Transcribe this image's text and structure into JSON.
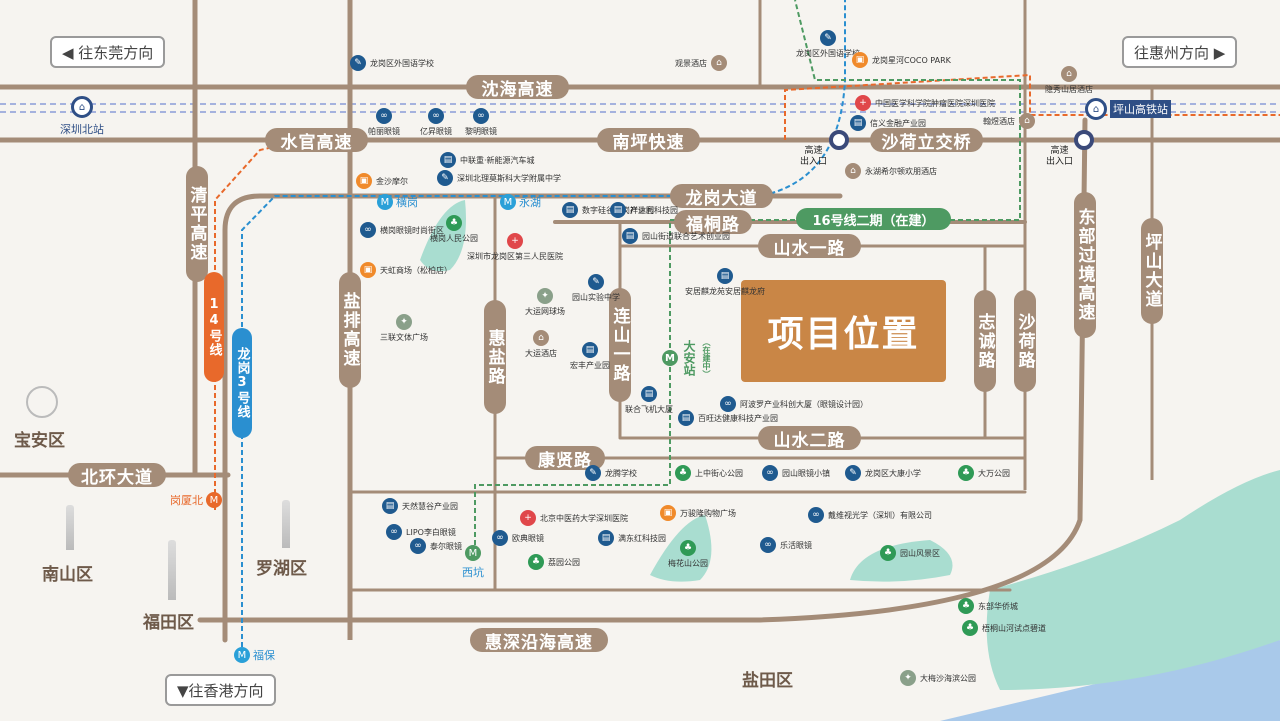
{
  "directions": {
    "dongguan": "◀ 往东莞方向",
    "huizhou": "往惠州方向 ▶",
    "hongkong": "▼往香港方向"
  },
  "expressways": {
    "shenhai": "沈海高速",
    "shuiguan": "水官高速",
    "nanping": "南坪快速",
    "shaheli": "沙荷立交桥",
    "longgang": "龙岗大道",
    "futong": "福桐路",
    "shanshui1": "山水一路",
    "shanshui2": "山水二路",
    "kangxian": "康贤路",
    "beihuan": "北环大道",
    "huishen": "惠深沿海高速",
    "qingping": "清平高速",
    "yanpai": "盐排高速",
    "huiyan": "惠盐路",
    "lianshan": "连山一路",
    "zhicheng": "志诚路",
    "shahe": "沙荷路",
    "dongbu": "东部过境高速",
    "pingshan": "坪山大道"
  },
  "metro_lines": {
    "line14": "14号线",
    "line3": "龙岗3号线",
    "line16": "16号线二期（在建）"
  },
  "stations": {
    "shenzhen_north": "深圳北站",
    "pingshan_hsr": "坪山高铁站",
    "henggang": "横岗",
    "yonghu": "永湖",
    "daan": "大安站",
    "daan_sub": "（在建中）",
    "gangxiabei": "岗厦北",
    "xikeng": "西坑",
    "fubao": "福保"
  },
  "exits": {
    "exit_left": "高速\n出入口",
    "exit_right": "高速\n出入口"
  },
  "districts": {
    "baoan": "宝安区",
    "nanshan": "南山区",
    "futian": "福田区",
    "luohu": "罗湖区",
    "yantian": "盐田区"
  },
  "project": "项目位置",
  "pois": [
    {
      "label": "龙岗区外国语学校",
      "type": "school"
    },
    {
      "label": "龙岗区外国语学校",
      "type": "school"
    },
    {
      "label": "观景酒店",
      "type": "hotel"
    },
    {
      "label": "龙岗星河COCO PARK",
      "type": "mall"
    },
    {
      "label": "隐秀山居酒店",
      "type": "hotel"
    },
    {
      "label": "中国医学科学院肿瘤医院深圳医院",
      "type": "hospital"
    },
    {
      "label": "信义金融产业园",
      "type": "office"
    },
    {
      "label": "翰煜酒店",
      "type": "hotel"
    },
    {
      "label": "帕丽眼镜",
      "type": "glasses"
    },
    {
      "label": "亿昇眼镜",
      "type": "glasses"
    },
    {
      "label": "黎明眼镜",
      "type": "glasses"
    },
    {
      "label": "中联重·新能源汽车城",
      "type": "office"
    },
    {
      "label": "深圳北理莫斯科大学附属中学",
      "type": "school"
    },
    {
      "label": "金沙摩尔",
      "type": "mall"
    },
    {
      "label": "永湖希尔顿欢朋酒店",
      "type": "hotel"
    },
    {
      "label": "横岗眼镜时尚街区",
      "type": "glasses"
    },
    {
      "label": "横岗人民公园",
      "type": "park"
    },
    {
      "label": "深圳市龙岗区第三人民医院",
      "type": "hospital"
    },
    {
      "label": "天虹商场（松柏店）",
      "type": "mall"
    },
    {
      "label": "数字硅谷横岗产业园",
      "type": "office"
    },
    {
      "label": "祥达利科技园",
      "type": "office"
    },
    {
      "label": "园山街道联合艺术创业园",
      "type": "office"
    },
    {
      "label": "园山实验中学",
      "type": "school"
    },
    {
      "label": "大运网球场",
      "type": "sports"
    },
    {
      "label": "三联文体广场",
      "type": "sports"
    },
    {
      "label": "大运酒店",
      "type": "hotel"
    },
    {
      "label": "宏丰产业园",
      "type": "office"
    },
    {
      "label": "安居麒龙苑安居麒龙府",
      "type": "office"
    },
    {
      "label": "联合飞机大厦",
      "type": "office"
    },
    {
      "label": "阿波罗产业科创大厦（眼镜设计园）",
      "type": "glasses"
    },
    {
      "label": "百旺达健康科技产业园",
      "type": "office"
    },
    {
      "label": "龙腾学校",
      "type": "school"
    },
    {
      "label": "上中街心公园",
      "type": "park"
    },
    {
      "label": "园山眼镜小镇",
      "type": "glasses"
    },
    {
      "label": "龙岗区大康小学",
      "type": "school"
    },
    {
      "label": "大万公园",
      "type": "park"
    },
    {
      "label": "天然慧谷产业园",
      "type": "office"
    },
    {
      "label": "北京中医药大学深圳医院",
      "type": "hospital"
    },
    {
      "label": "万骏隆购物广场",
      "type": "mall"
    },
    {
      "label": "戴维视光学（深圳）有限公司",
      "type": "glasses"
    },
    {
      "label": "LIPO李白眼镜",
      "type": "glasses"
    },
    {
      "label": "泰尔眼镜",
      "type": "glasses"
    },
    {
      "label": "欧典眼镜",
      "type": "glasses"
    },
    {
      "label": "满东红科技园",
      "type": "office"
    },
    {
      "label": "荔园公园",
      "type": "park"
    },
    {
      "label": "梅花山公园",
      "type": "park"
    },
    {
      "label": "乐活眼镜",
      "type": "glasses"
    },
    {
      "label": "园山风景区",
      "type": "park"
    },
    {
      "label": "东部华侨城",
      "type": "park"
    },
    {
      "label": "梧桐山河试点碧道",
      "type": "park"
    },
    {
      "label": "大梅沙海滨公园",
      "type": "sports"
    }
  ],
  "colors": {
    "road": "#a48c78",
    "project": "#c98646",
    "line14": "#e8692b",
    "line3": "#2a8fd0",
    "line16": "#4e9a62",
    "park": "#a9ddd0",
    "sea": "#a9c9ea"
  }
}
